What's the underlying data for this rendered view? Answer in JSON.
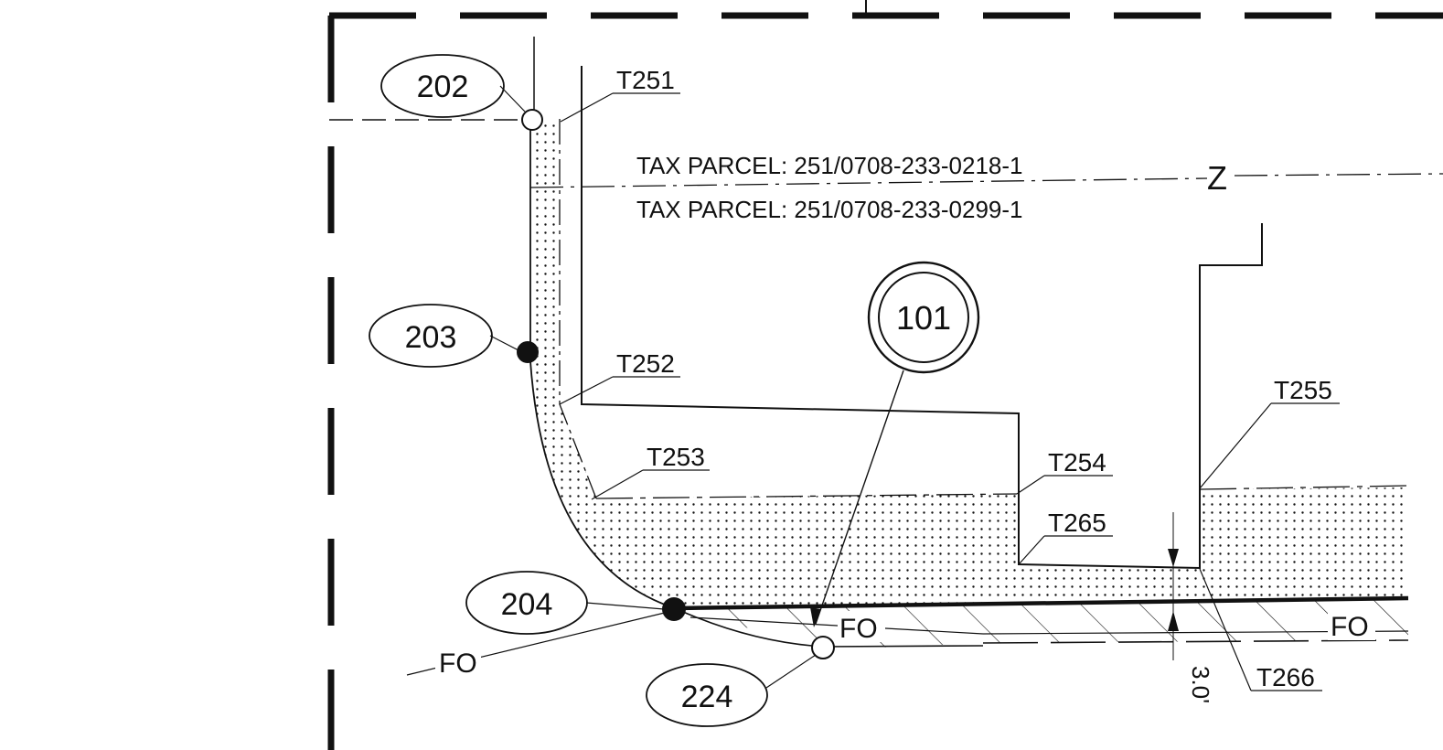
{
  "parcels": {
    "upper": "TAX PARCEL: 251/0708-233-0218-1",
    "lower": "TAX PARCEL: 251/0708-233-0299-1"
  },
  "zone_mark": "Z",
  "main_callout": "101",
  "points": {
    "p202": "202",
    "p203": "203",
    "p204": "204",
    "p224": "224"
  },
  "leaders": {
    "t251": "T251",
    "t252": "T252",
    "t253": "T253",
    "t254": "T254",
    "t255": "T255",
    "t265": "T265",
    "t266": "T266"
  },
  "utility_labels": {
    "fo_left": "FO",
    "fo_mid": "FO",
    "fo_right": "FO"
  },
  "dimension": "3.0'",
  "colors": {
    "ink": "#111111",
    "paper": "#ffffff"
  }
}
